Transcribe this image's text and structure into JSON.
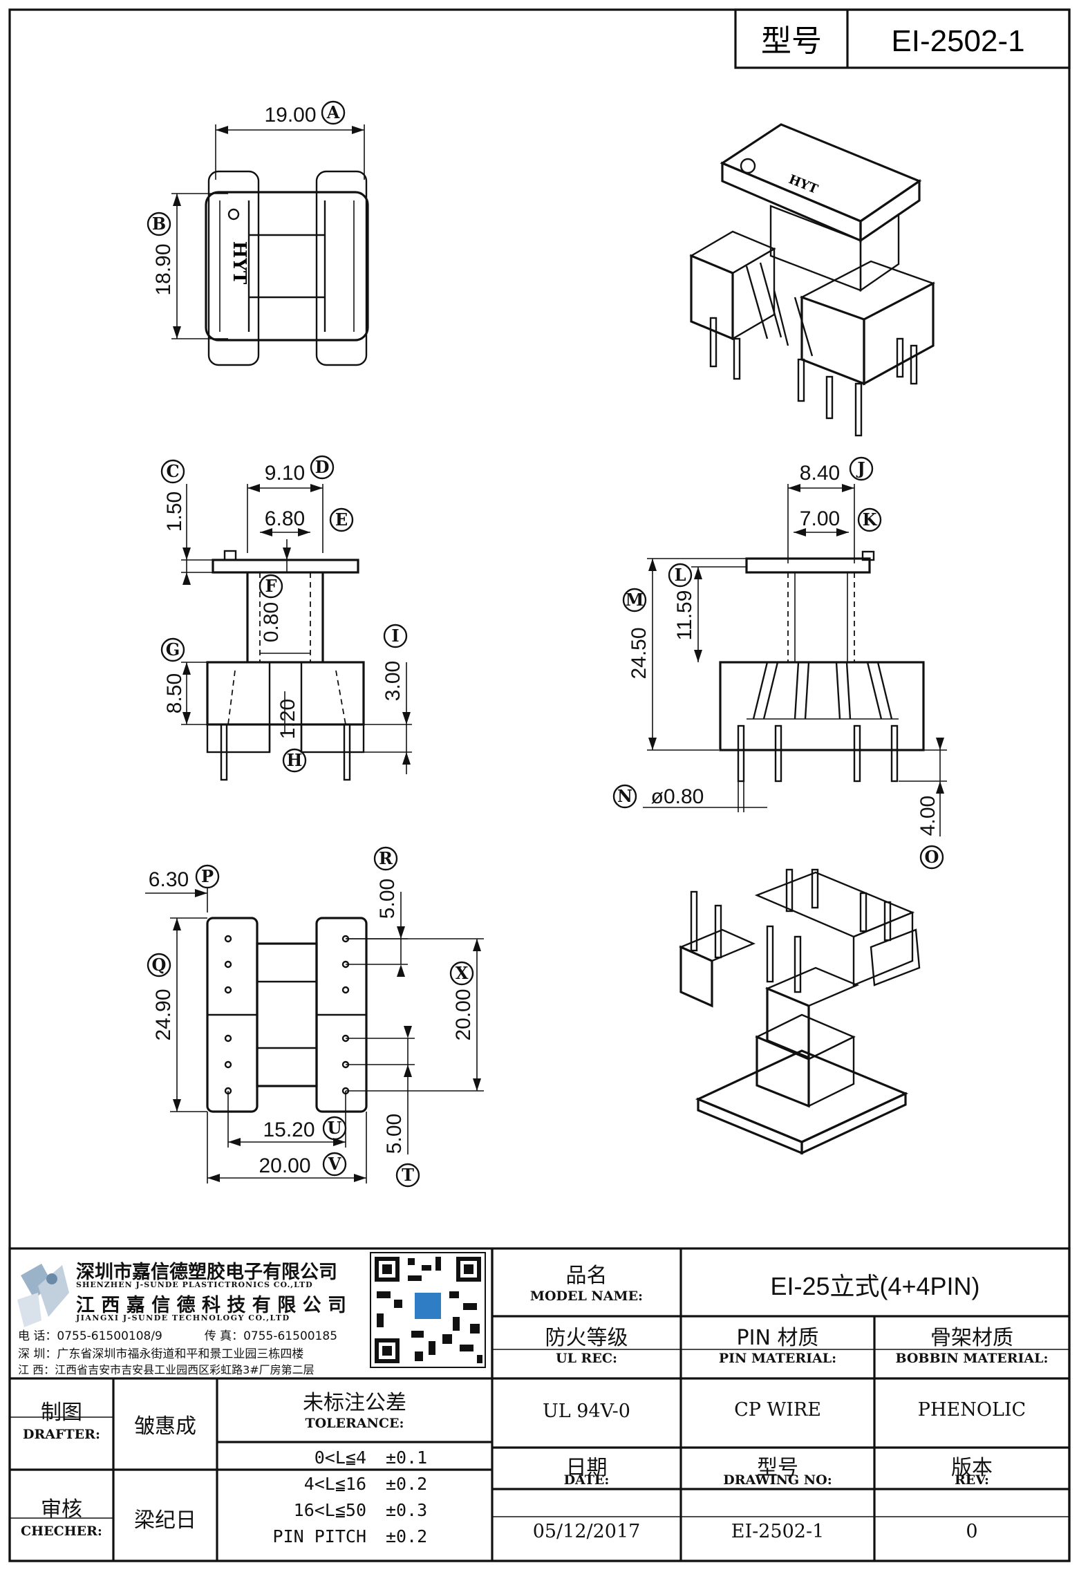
{
  "header": {
    "label": "型号",
    "model": "EI-2502-1"
  },
  "top_view": {
    "width": "19.00",
    "width_id": "A",
    "height": "18.90",
    "height_id": "B",
    "brand": "HYT"
  },
  "front_view": {
    "c_value": "1.50",
    "c_id": "C",
    "d_value": "9.10",
    "d_id": "D",
    "e_value": "6.80",
    "e_id": "E",
    "f_value": "0.80",
    "f_id": "F",
    "g_value": "8.50",
    "g_id": "G",
    "h_value": "1.20",
    "h_id": "H",
    "i_value": "3.00",
    "i_id": "I"
  },
  "side_view": {
    "j_value": "8.40",
    "j_id": "J",
    "k_value": "7.00",
    "k_id": "K",
    "l_value": "11.59",
    "l_id": "L",
    "m_value": "24.50",
    "m_id": "M",
    "n_value": "ø0.80",
    "n_id": "N",
    "o_value": "4.00",
    "o_id": "O"
  },
  "bottom_view": {
    "p_value": "6.30",
    "p_id": "P",
    "q_value": "24.90",
    "q_id": "Q",
    "r_value": "5.00",
    "r_id": "R",
    "t_value": "5.00",
    "t_id": "T",
    "u_value": "15.20",
    "u_id": "U",
    "v_value": "20.00",
    "v_id": "V",
    "x_value": "20.00",
    "x_id": "X"
  },
  "company": {
    "name_cn": "深圳市嘉信德塑胶电子有限公司",
    "name_en": "SHENZHEN J-SUNDE PLASTICTRONICS CO.,LTD",
    "name2_cn": "江 西 嘉 信 德 科 技 有 限 公 司",
    "name2_en": "JIANGXI J-SUNDE TECHNOLOGY CO.,LTD",
    "phone_label": "电 话：",
    "phone": "0755-61500108/9",
    "fax_label": "传 真：",
    "fax": "0755-61500185",
    "addr1_label": "深 圳：",
    "addr1": "广东省深圳市福永街道和平和景工业园三栋四楼",
    "addr2_label": "江 西：",
    "addr2": "江西省吉安市吉安县工业园西区彩虹路3#厂房第二层"
  },
  "title_block": {
    "model_name_cn": "品名",
    "model_name_en": "MODEL NAME:",
    "model_name_value": "EI-25立式(4+4PIN)",
    "ul_cn": "防火等级",
    "ul_en": "UL REC:",
    "pin_cn": "PIN 材质",
    "pin_en": "PIN MATERIAL:",
    "bobbin_cn": "骨架材质",
    "bobbin_en": "BOBBIN MATERIAL:",
    "ul_value": "UL 94V-0",
    "pin_value": "CP WIRE",
    "bobbin_value": "PHENOLIC",
    "date_cn": "日期",
    "date_en": "DATE:",
    "drawing_cn": "型号",
    "drawing_en": "DRAWING NO:",
    "rev_cn": "版本",
    "rev_en": "REV:",
    "date_value": "05/12/2017",
    "drawing_value": "EI-2502-1",
    "rev_value": "0",
    "drafter_cn": "制图",
    "drafter_en": "DRAFTER:",
    "drafter_name": "皱惠成",
    "checker_cn": "审核",
    "checker_en": "CHECHER:",
    "checker_name": "梁纪日",
    "tolerance_cn": "未标注公差",
    "tolerance_en": "TOLERANCE:",
    "tolerances": [
      {
        "range": "0<L≦4",
        "value": "±0.1"
      },
      {
        "range": "4<L≦16",
        "value": "±0.2"
      },
      {
        "range": "16<L≦50",
        "value": "±0.3"
      },
      {
        "range": "PIN PITCH",
        "value": "±0.2"
      }
    ]
  }
}
